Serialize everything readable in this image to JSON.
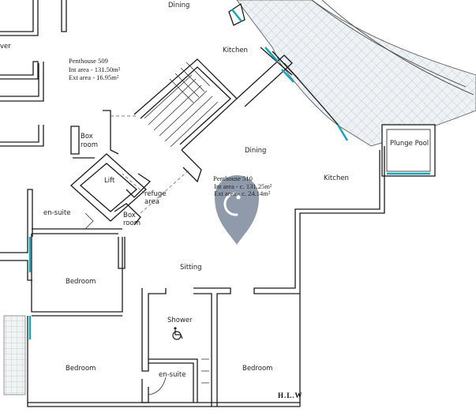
{
  "rooms": {
    "dining_top": "Dining",
    "ver": "ver",
    "kitchen_top": "Kitchen",
    "box_room_1a": "Box",
    "box_room_1b": "room",
    "lift": "Lift",
    "refuge_a": "refuge",
    "refuge_b": "area",
    "dining": "Dining",
    "kitchen": "Kitchen",
    "plunge_pool": "Plunge Pool",
    "ensuite_left": "en-suite",
    "box_room_2a": "Box",
    "box_room_2b": "room",
    "bedroom_left": "Bedroom",
    "sitting": "Sitting",
    "shower": "Shower",
    "bedroom_bottom_left": "Bedroom",
    "ensuite_bottom": "en-suite",
    "bedroom_bottom_right": "Bedroom"
  },
  "penthouse_509": {
    "name": "Penthouse 509",
    "int_area": "Int area - 131.50m²",
    "ext_area": "Ext area - 16.95m²"
  },
  "penthouse_510": {
    "name": "Penthouse 510",
    "int_area": "Int area - c. 131.25m²",
    "ext_area": "Ext area - c. 24.14m²"
  },
  "stamp": "H.L.W",
  "colors": {
    "window": "#17a6b8",
    "marker": "#7b8a9c",
    "terrace_hatch": "#b7c2c9"
  },
  "icons": [
    "map-pin-icon",
    "wheelchair-icon"
  ]
}
